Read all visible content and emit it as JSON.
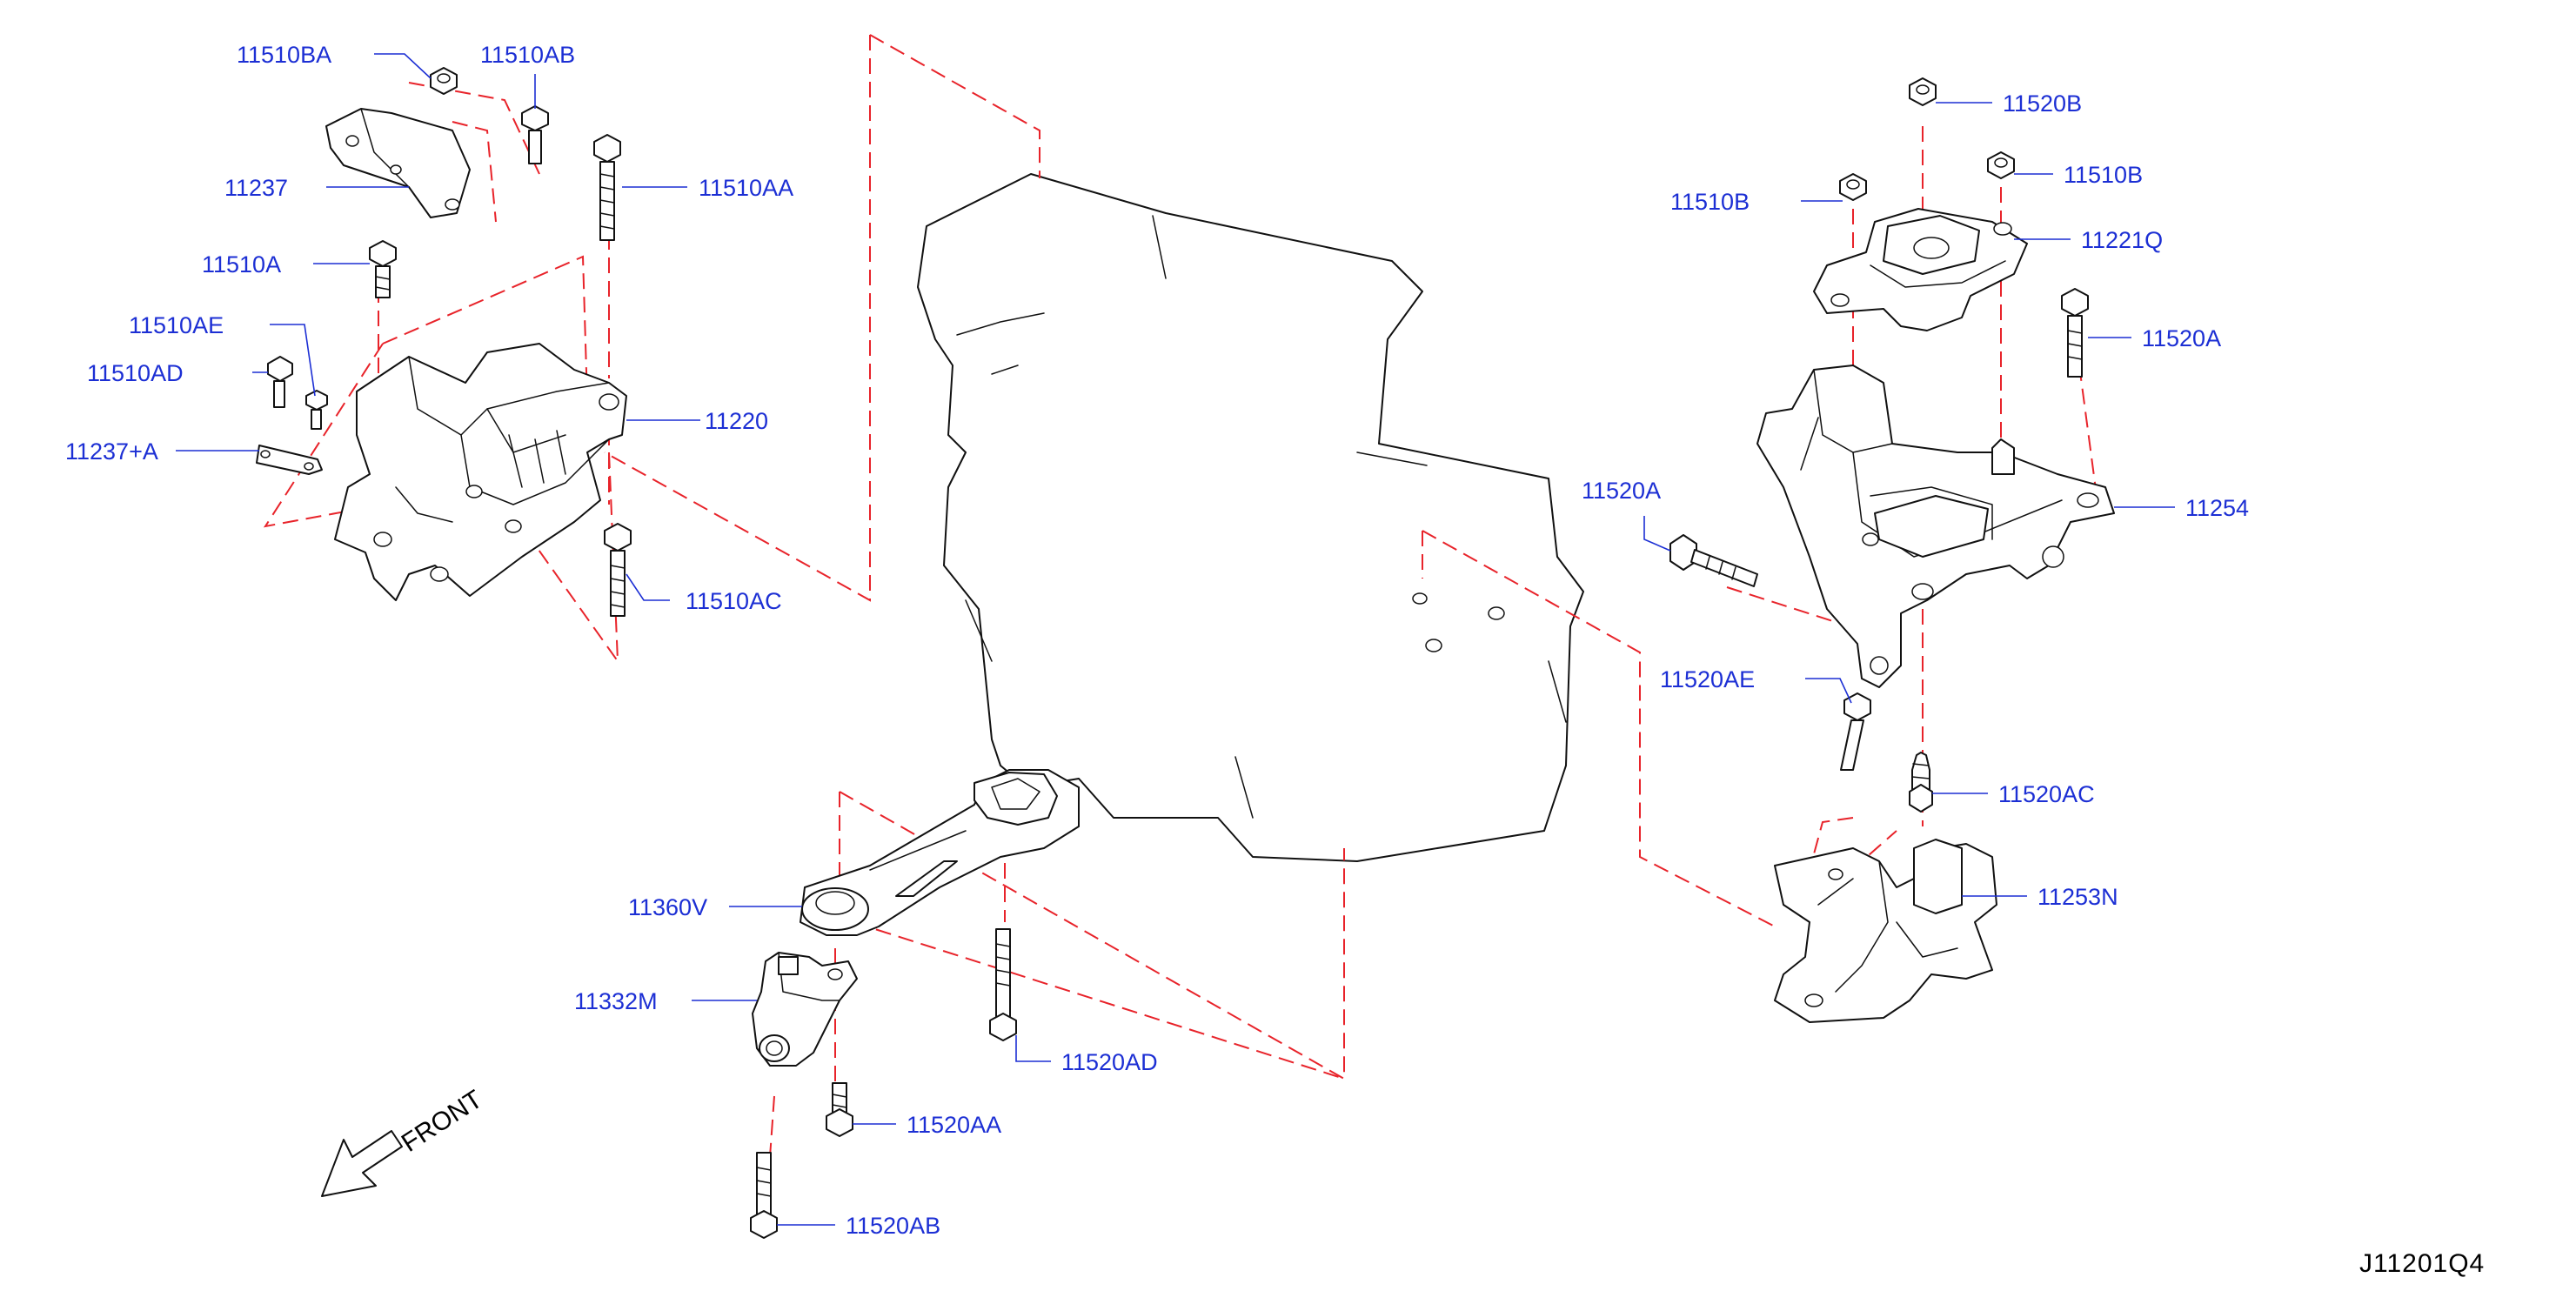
{
  "diagram": {
    "figure_code": "J11201Q4",
    "front_label": "FRONT",
    "parts": {
      "p11510BA": "11510BA",
      "p11510AB": "11510AB",
      "p11237": "11237",
      "p11510AA": "11510AA",
      "p11510A": "11510A",
      "p11510AE": "11510AE",
      "p11510AD": "11510AD",
      "p11237A": "11237+A",
      "p11220": "11220",
      "p11510AC": "11510AC",
      "p11520B": "11520B",
      "p11510B_left": "11510B",
      "p11510B_right": "11510B",
      "p11221Q": "11221Q",
      "p11520A_right": "11520A",
      "p11520A_left": "11520A",
      "p11254": "11254",
      "p11520AE": "11520AE",
      "p11520AC": "11520AC",
      "p11253N": "11253N",
      "p11360V": "11360V",
      "p11332M": "11332M",
      "p11520AD": "11520AD",
      "p11520AA": "11520AA",
      "p11520AB": "11520AB"
    },
    "colors": {
      "label": "#1c2fd4",
      "phantom_line": "#e8232a",
      "line_art": "#111111"
    }
  }
}
